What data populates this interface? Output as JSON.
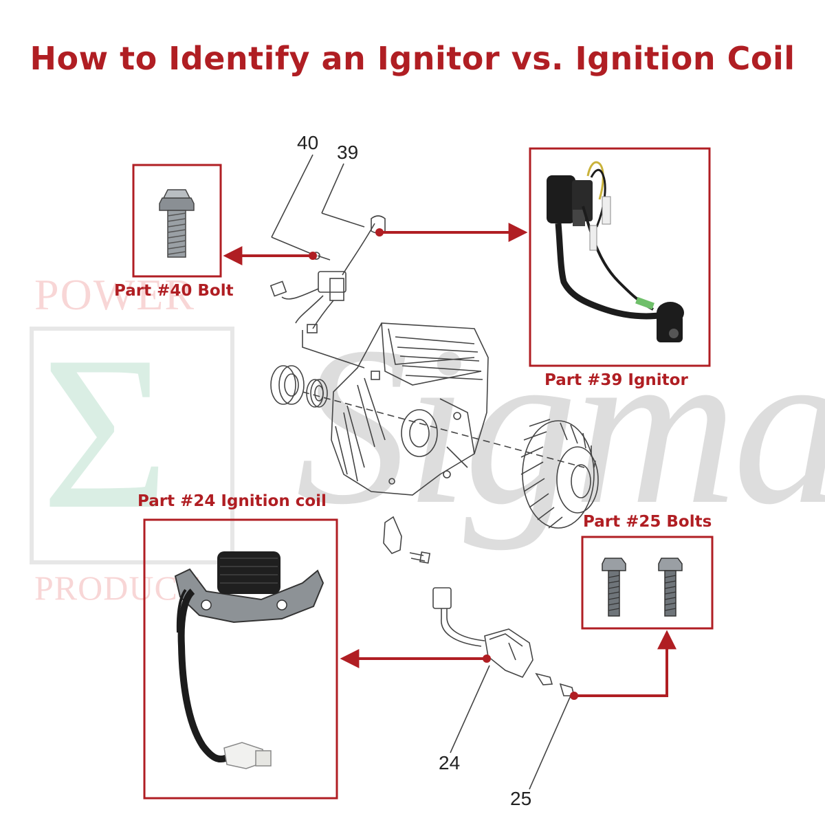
{
  "title": "How to Identify an Ignitor vs. Ignition Coil",
  "colors": {
    "accent": "#b01e23",
    "line": "#333333",
    "photo_dark": "#1c1c1c"
  },
  "parts": [
    {
      "id": "40",
      "caption": "Part #40 Bolt"
    },
    {
      "id": "39",
      "caption": "Part #39 Ignitor"
    },
    {
      "id": "24",
      "caption": "Part #24 Ignition coil"
    },
    {
      "id": "25",
      "caption": "Part #25 Bolts"
    }
  ],
  "callouts": [
    "40",
    "39",
    "24",
    "25"
  ],
  "watermark": {
    "top": "POWER",
    "bottom": "PRODUCT",
    "script": "Sigma",
    "symbol": "Σ"
  }
}
